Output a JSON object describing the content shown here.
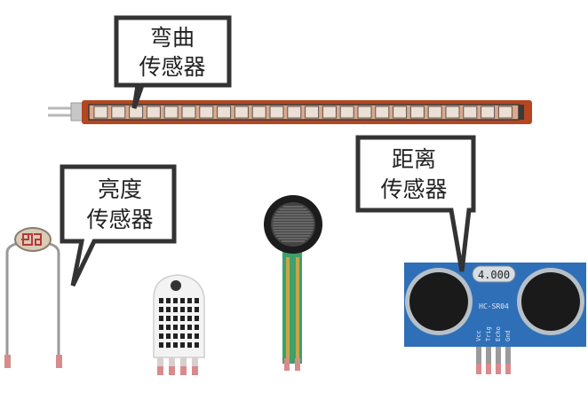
{
  "callouts": {
    "flex": {
      "line1": "弯曲",
      "line2": "传感器"
    },
    "light": {
      "line1": "亮度",
      "line2": "传感器"
    },
    "distance": {
      "line1": "距离",
      "line2": "传感器"
    }
  },
  "ultrasonic": {
    "display": "4.000",
    "model": "HC-SR04",
    "pins": [
      "Vcc",
      "Trig",
      "Echo",
      "Gnd"
    ]
  },
  "colors": {
    "flex_strip": "#b5461f",
    "ultrasonic_board": "#2f6fb7",
    "fsr_tail": "#3fa06a",
    "callout_border": "#333333"
  }
}
